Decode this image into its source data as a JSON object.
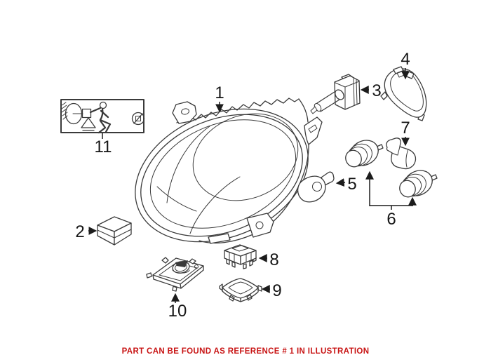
{
  "caption": {
    "text": "PART CAN BE FOUND AS REFERENCE # 1 IN ILLUSTRATION",
    "color": "#c81414"
  },
  "diagram": {
    "line_color": "#3a3a3a",
    "background": "#ffffff",
    "callouts": [
      {
        "ref": "1",
        "part": "headlight-assembly"
      },
      {
        "ref": "2",
        "part": "mounting-hardware-box"
      },
      {
        "ref": "3",
        "part": "xenon-headlight-bulb"
      },
      {
        "ref": "4",
        "part": "bulb-access-cover"
      },
      {
        "ref": "5",
        "part": "turn-signal-bulb"
      },
      {
        "ref": "6",
        "part": "bulb-socket-pair"
      },
      {
        "ref": "7",
        "part": "retaining-clip"
      },
      {
        "ref": "8",
        "part": "connector-module"
      },
      {
        "ref": "9",
        "part": "seal-gasket"
      },
      {
        "ref": "10",
        "part": "headlight-control-module"
      },
      {
        "ref": "11",
        "part": "warning-label"
      }
    ],
    "warning_label_icons": [
      "headlamp-beam-icon",
      "warning-triangle-icon",
      "falling-person-icon",
      "prohibition-icon"
    ]
  }
}
